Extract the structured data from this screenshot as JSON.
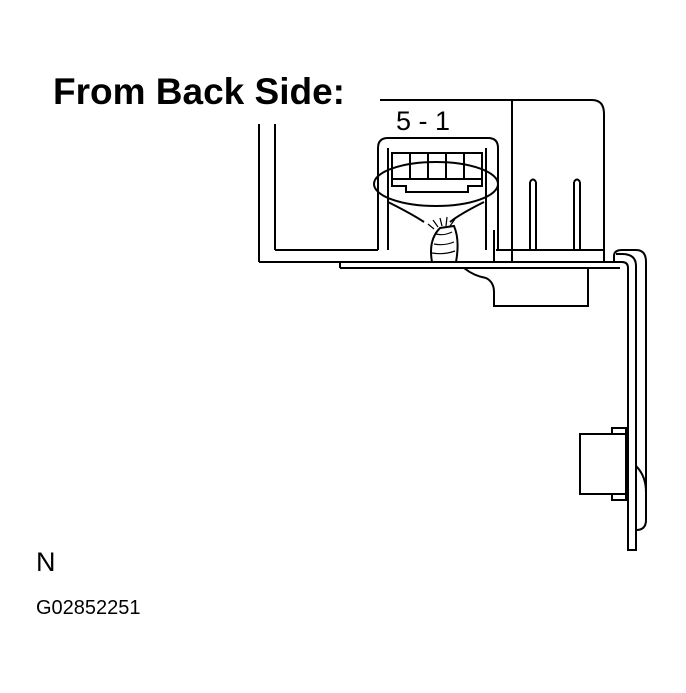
{
  "title": "From Back Side:",
  "connector": {
    "pin_range": "5 - 1"
  },
  "view_letter": "N",
  "figure_code": "G02852251",
  "colors": {
    "line": "#000000",
    "background": "#ffffff"
  }
}
